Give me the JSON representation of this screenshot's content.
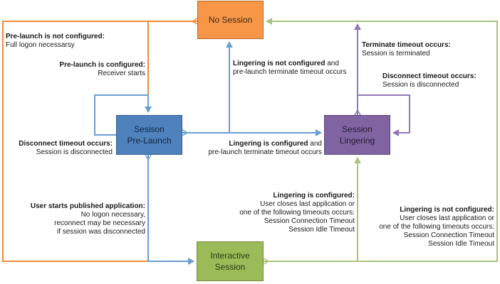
{
  "states": {
    "no_session": "No Session",
    "pre_launch_line1": "Sesison",
    "pre_launch_line2": "Pre-Launch",
    "lingering_line1": "Session",
    "lingering_line2": "Lingering",
    "interactive_line1": "Interactive",
    "interactive_line2": "Session"
  },
  "transitions": {
    "prelaunch_not_configured": {
      "condition": "Pre-launch is not configured:",
      "detail": "Full logon necessarsy"
    },
    "prelaunch_configured": {
      "condition": "Pre-launch is configured:",
      "detail": "Receiver starts"
    },
    "lingering_not_configured_top": {
      "condition": "Lingering is not configured",
      "suffix": " and",
      "detail": "pre-launch terminate timeout occurs"
    },
    "terminate_timeout": {
      "condition": "Terminate timeout occurs:",
      "detail": "Session is terminated"
    },
    "disconnect_lingering": {
      "condition": "Disconnect timeout occurs:",
      "detail": "Session is disconnected"
    },
    "disconnect_prelaunch": {
      "condition": "Disconnect timeout occurs:",
      "detail": "Session is disconnected"
    },
    "lingering_configured_mid": {
      "condition": "Lingering is configured",
      "suffix": " and",
      "detail": "pre-launch terminate timeout occurs"
    },
    "user_starts_app": {
      "condition": "User starts published application:",
      "lines": [
        "No logon necessary,",
        "reconnect may be necessary",
        "if session was disconnected"
      ]
    },
    "lingering_configured_bottom": {
      "condition": "Lingering is configured:",
      "lines": [
        "User closes last application or",
        "one of the following timeouts occurs:",
        "Session Connection Timeout",
        "Session Idle Timeout"
      ]
    },
    "lingering_not_configured_bottom": {
      "condition": "Lingering is not configured:",
      "lines": [
        "User closes last application or",
        "one of the following timeouts occurs:",
        "Session Connection Timeout",
        "Session Idle Timeout"
      ]
    }
  },
  "colors": {
    "orange": "#f79646",
    "orange_line": "#ee8a3c",
    "blue": "#4f81bd",
    "blue_line": "#6a9fd1",
    "purple": "#8064a2",
    "purple_line": "#9078b8",
    "green": "#9bbb59",
    "green_line": "#aac47d"
  }
}
